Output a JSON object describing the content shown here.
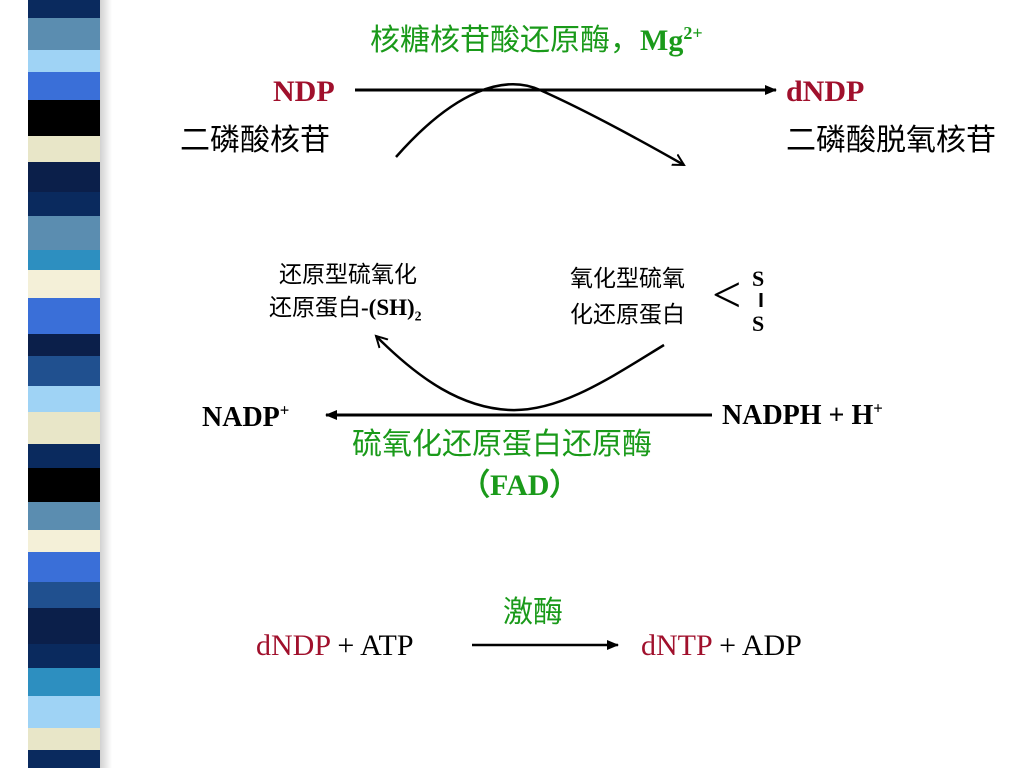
{
  "colors": {
    "highlight_red": "#a0102c",
    "enzyme_green": "#1a9a1a",
    "stripe": [
      "#0a2a5e",
      "#3a6fd8",
      "#e8e6c8",
      "#5b8db0",
      "#9fd3f5",
      "#0b1f4a",
      "#000000",
      "#2d8fc0",
      "#f4f0d8",
      "#20508f"
    ]
  },
  "reaction1": {
    "enzyme_prefix": "核糖核苷酸还原酶，",
    "enzyme_mg": "Mg",
    "enzyme_mg_charge": "2+",
    "substrate": "NDP",
    "substrate_cn": "二磷酸核苷",
    "product": "dNDP",
    "product_cn": "二磷酸脱氧核苷"
  },
  "thioredoxin": {
    "reduced_line1": "还原型硫氧化",
    "reduced_line2": "还原蛋白",
    "reduced_group": "-(SH)",
    "reduced_subscript": "2",
    "oxidized_line1": "氧化型硫氧",
    "oxidized_line2": "化还原蛋白",
    "bracket": "<",
    "s_top": "S",
    "s_bottom": "S"
  },
  "reaction2": {
    "left": "NADP",
    "left_charge": "+",
    "right": "NADPH + H",
    "right_charge": "+",
    "enzyme_name": "硫氧化还原蛋白还原酶",
    "cofactor": "（FAD）"
  },
  "reaction3": {
    "enzyme": "激酶",
    "substrate": "dNDP",
    "substrate_partner": " + ATP",
    "product": "dNTP",
    "product_partner": " + ADP"
  }
}
